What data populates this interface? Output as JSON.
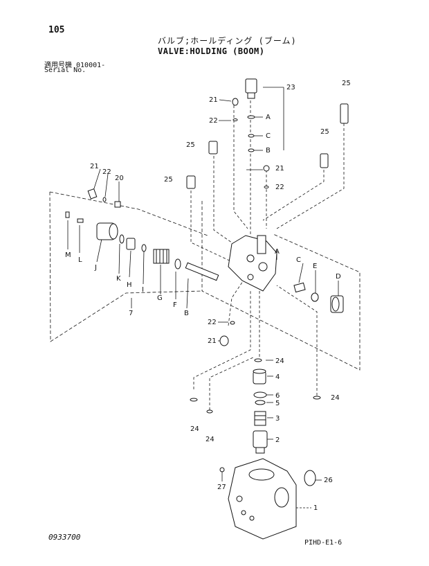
{
  "header": {
    "page_number": "105",
    "title_jp": "バルブ;ホールディング (ブーム)",
    "title_en": "VALVE:HOLDING (BOOM)",
    "serial_label_jp": "適用号機 010001-",
    "serial_label_en": "Serial No."
  },
  "footer": {
    "doc_number": "0933700",
    "page_code": "PIHD-E1-6"
  },
  "callouts": {
    "n23": "23",
    "n25a": "25",
    "n21a": "21",
    "n22a": "22",
    "nA1": "A",
    "nC1": "C",
    "nB1": "B",
    "n25b": "25",
    "n25c": "25",
    "n21b": "21",
    "n22b": "22",
    "n25d": "25",
    "n21c": "21",
    "n22c": "22",
    "n20": "20",
    "nM": "M",
    "nL": "L",
    "nJ": "J",
    "nK": "K",
    "nH": "H",
    "nI": "I",
    "nG": "G",
    "nF": "F",
    "nB2": "B",
    "n7": "7",
    "nA2": "A",
    "nC2": "C",
    "nE": "E",
    "nD": "D",
    "n22d": "22",
    "n21d": "21",
    "n24a": "24",
    "n4": "4",
    "n6": "6",
    "n5": "5",
    "n3": "3",
    "n2": "2",
    "n24b": "24",
    "n24c": "24",
    "n24d": "24",
    "n26": "26",
    "n27": "27",
    "n1": "1"
  }
}
